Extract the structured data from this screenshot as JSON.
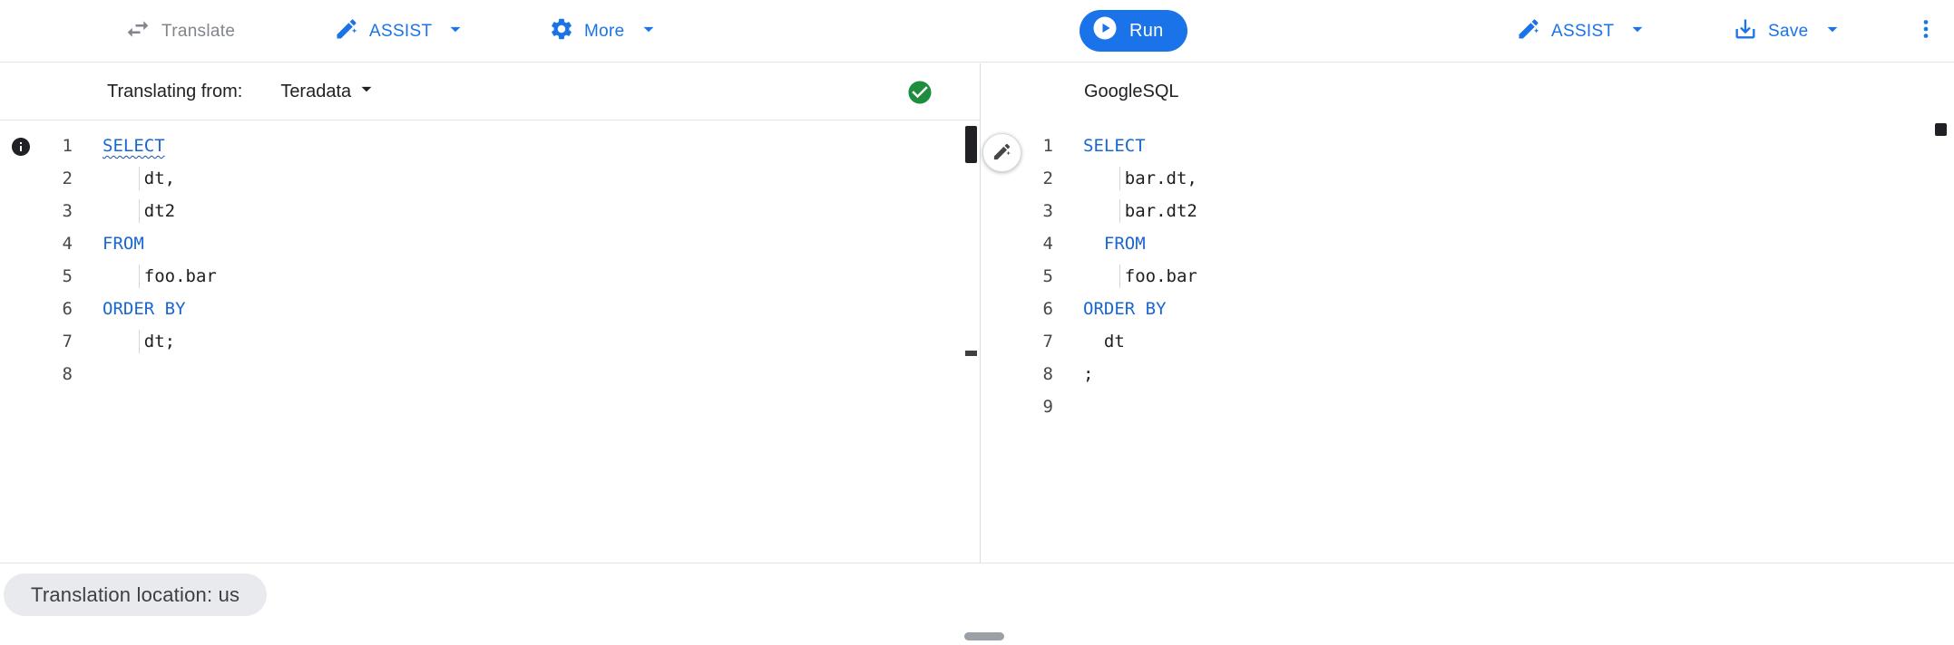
{
  "toolbar": {
    "translate": "Translate",
    "assist_left": "ASSIST",
    "more": "More",
    "run": "Run",
    "assist_right": "ASSIST",
    "save": "Save"
  },
  "left_pane": {
    "header_label": "Translating from:",
    "dialect": "Teradata"
  },
  "right_pane": {
    "header_label": "GoogleSQL"
  },
  "status": {
    "location_chip": "Translation location: us"
  },
  "colors": {
    "accent_blue": "#1a73e8",
    "keyword_blue": "#1967d2",
    "success_green": "#1e8e3e",
    "disabled_gray": "#80868b"
  },
  "icons": {
    "translate": "swap-horizontal-icon",
    "assist": "pen-spark-icon",
    "more": "gear-icon",
    "run": "play-circle-icon",
    "save": "save-icon",
    "overflow": "kebab-menu-icon",
    "left_gutter": "info-icon",
    "translation_status": "check-circle-icon",
    "divider_button": "pen-spark-icon"
  },
  "editors": {
    "left": {
      "lines": [
        {
          "num": 1,
          "tokens": [
            {
              "t": "SELECT",
              "c": "kw",
              "wavy": true
            }
          ]
        },
        {
          "num": 2,
          "guide": 4,
          "tokens": [
            {
              "t": "    dt,",
              "c": "pl"
            }
          ]
        },
        {
          "num": 3,
          "guide": 4,
          "tokens": [
            {
              "t": "    dt2",
              "c": "pl"
            }
          ]
        },
        {
          "num": 4,
          "tokens": [
            {
              "t": "FROM",
              "c": "kw"
            }
          ]
        },
        {
          "num": 5,
          "guide": 4,
          "tokens": [
            {
              "t": "    foo.bar",
              "c": "pl"
            }
          ]
        },
        {
          "num": 6,
          "tokens": [
            {
              "t": "ORDER BY",
              "c": "kw"
            }
          ]
        },
        {
          "num": 7,
          "guide": 4,
          "tokens": [
            {
              "t": "    dt;",
              "c": "pl"
            }
          ]
        },
        {
          "num": 8,
          "tokens": []
        }
      ]
    },
    "right": {
      "lines": [
        {
          "num": 1,
          "tokens": [
            {
              "t": "SELECT",
              "c": "kw"
            }
          ]
        },
        {
          "num": 2,
          "guide": 4,
          "tokens": [
            {
              "t": "    bar.dt,",
              "c": "pl"
            }
          ]
        },
        {
          "num": 3,
          "guide": 4,
          "tokens": [
            {
              "t": "    bar.dt2",
              "c": "pl"
            }
          ]
        },
        {
          "num": 4,
          "tokens": [
            {
              "t": "  ",
              "c": "pl"
            },
            {
              "t": "FROM",
              "c": "kw"
            }
          ]
        },
        {
          "num": 5,
          "guide": 4,
          "tokens": [
            {
              "t": "    foo.bar",
              "c": "pl"
            }
          ]
        },
        {
          "num": 6,
          "tokens": [
            {
              "t": "ORDER BY",
              "c": "kw"
            }
          ]
        },
        {
          "num": 7,
          "tokens": [
            {
              "t": "  dt",
              "c": "pl"
            }
          ]
        },
        {
          "num": 8,
          "tokens": [
            {
              "t": ";",
              "c": "pl"
            }
          ]
        },
        {
          "num": 9,
          "tokens": []
        }
      ]
    }
  }
}
